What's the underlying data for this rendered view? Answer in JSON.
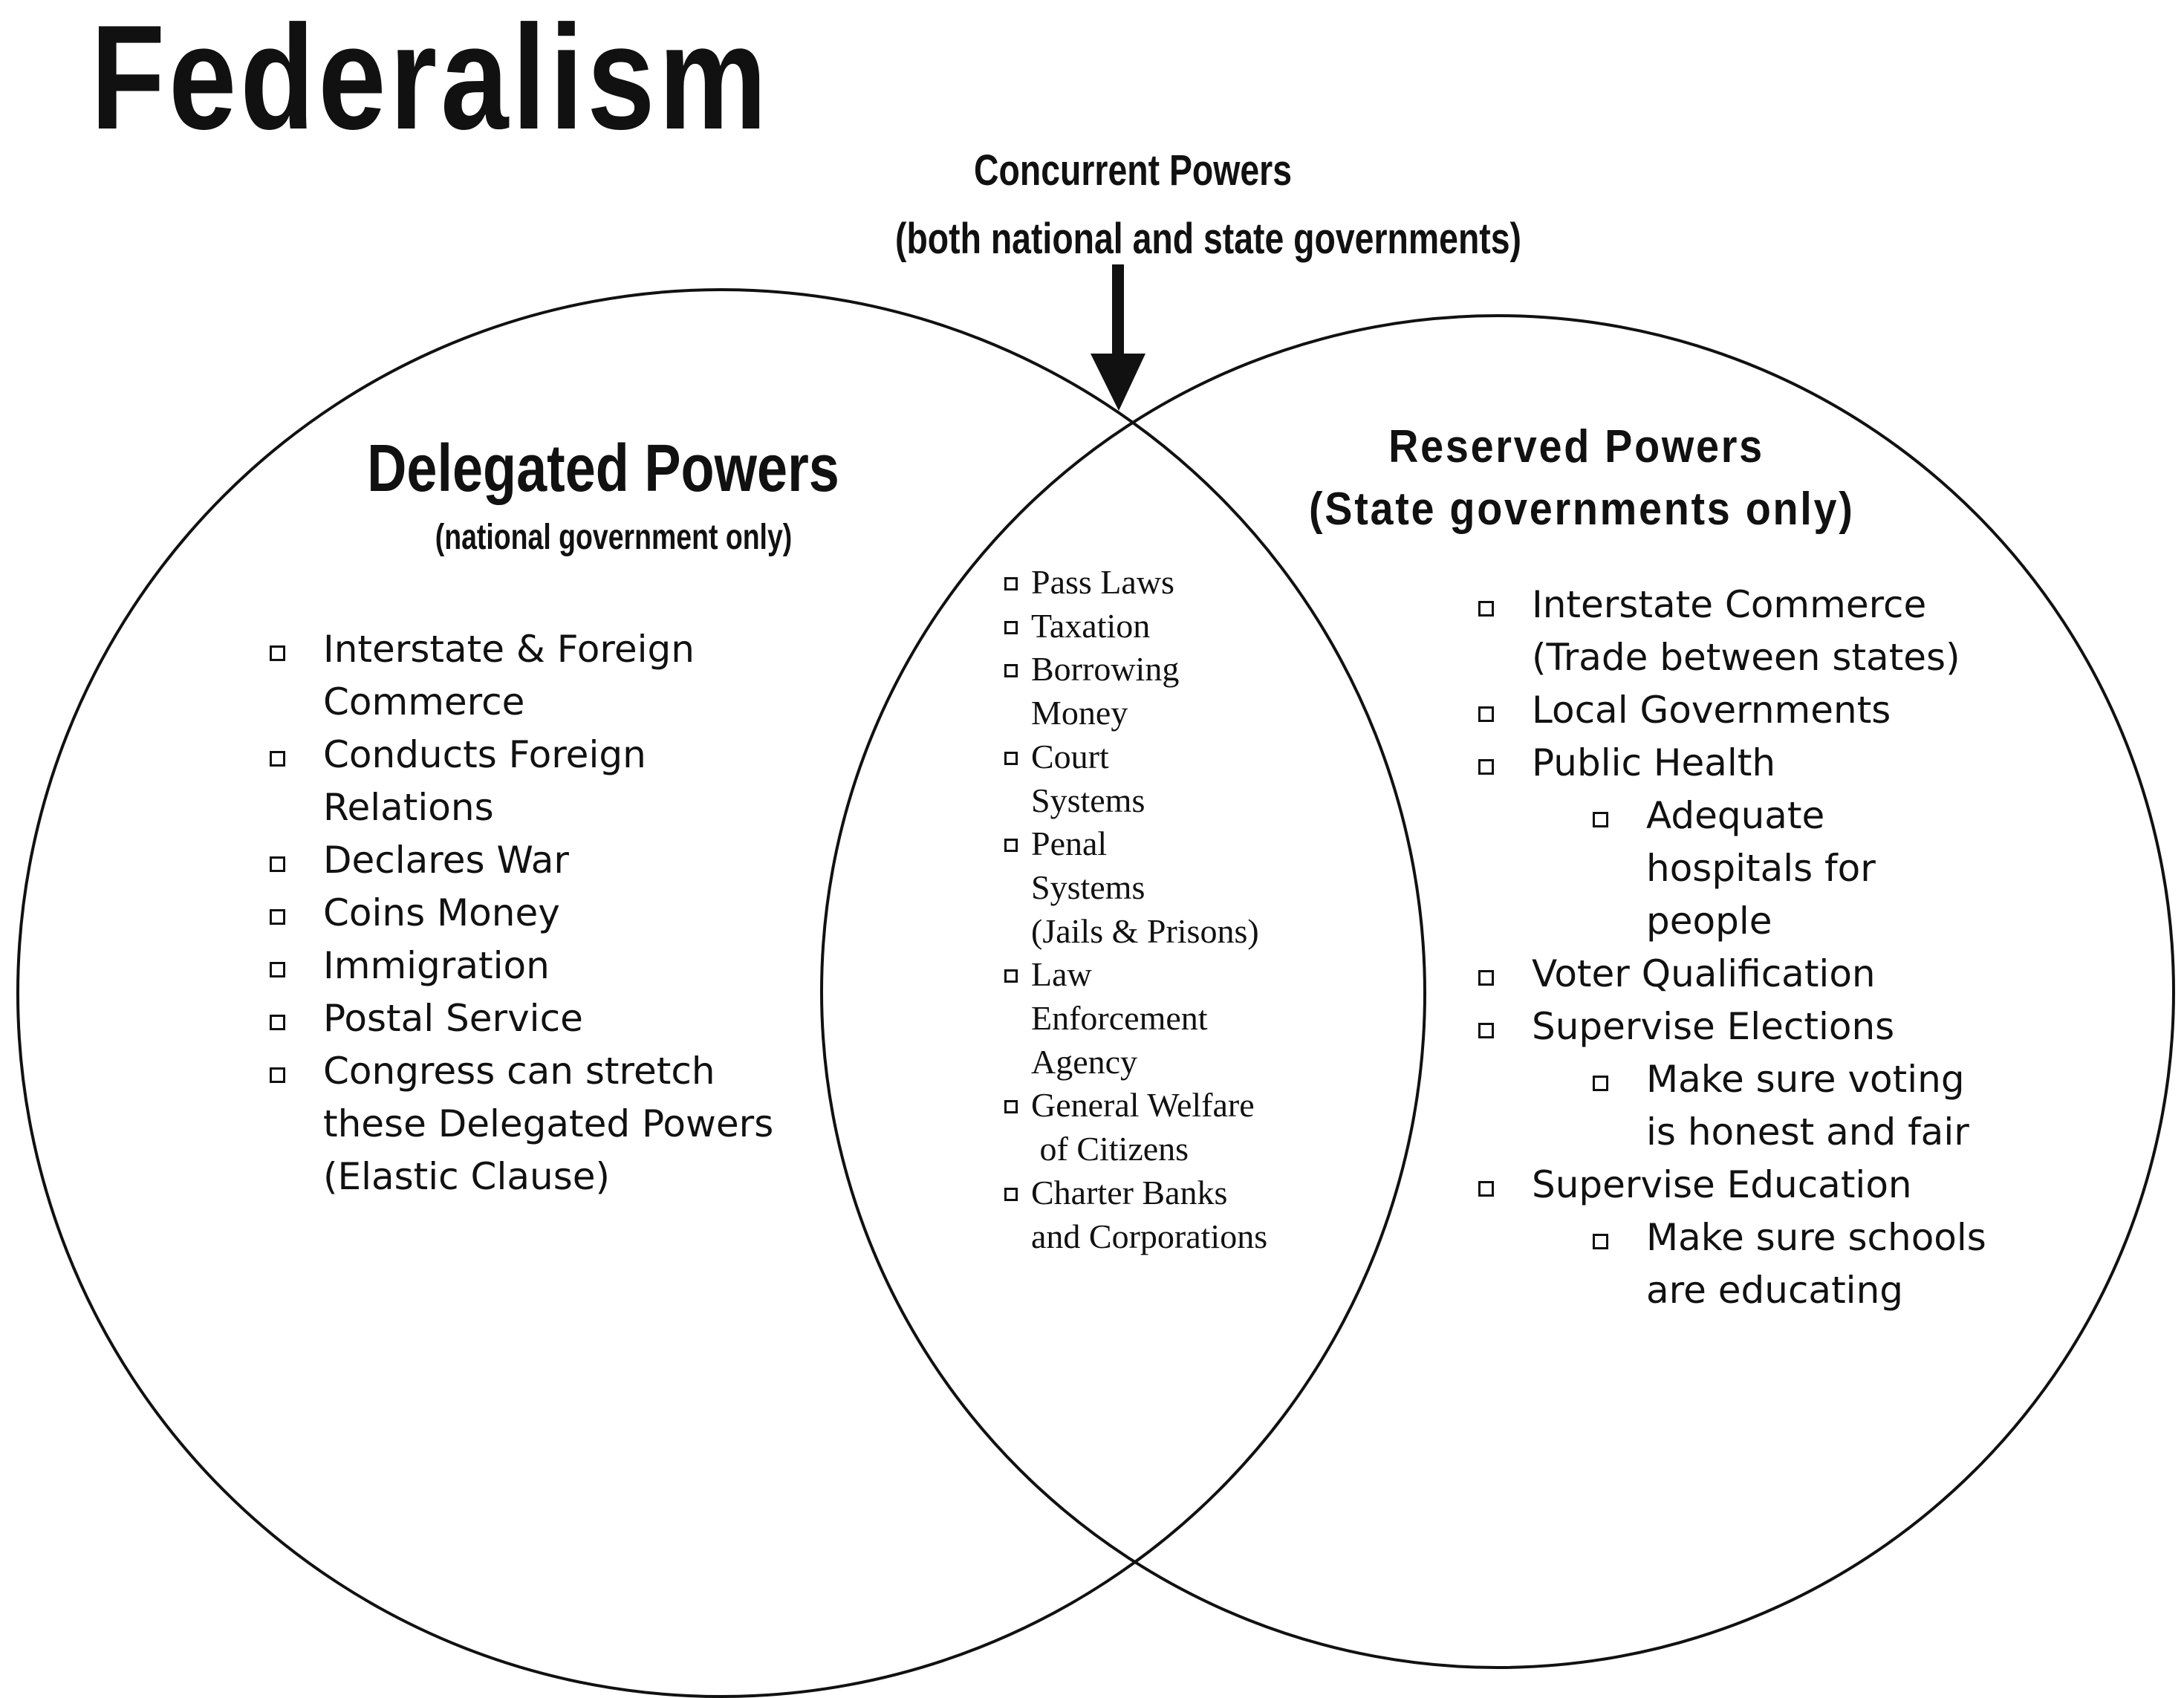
{
  "title": "Federalism",
  "concurrent": {
    "heading": "Concurrent Powers",
    "subheading": "(both national and state governments)",
    "items": [
      {
        "lines": [
          "Pass Laws"
        ]
      },
      {
        "lines": [
          "Taxation"
        ]
      },
      {
        "lines": [
          "Borrowing",
          "Money"
        ]
      },
      {
        "lines": [
          "Court",
          "Systems"
        ]
      },
      {
        "lines": [
          "Penal",
          "Systems",
          "(Jails & Prisons)"
        ]
      },
      {
        "lines": [
          "Law",
          "Enforcement",
          "Agency"
        ]
      },
      {
        "lines": [
          "General Welfare",
          " of Citizens"
        ]
      },
      {
        "lines": [
          "Charter Banks",
          "and Corporations"
        ]
      }
    ]
  },
  "delegated": {
    "heading": "Delegated Powers",
    "subheading": "(national government only)",
    "items": [
      {
        "lines": [
          "Interstate & Foreign",
          "Commerce"
        ]
      },
      {
        "lines": [
          "Conducts Foreign",
          "Relations"
        ]
      },
      {
        "lines": [
          "Declares War"
        ]
      },
      {
        "lines": [
          "Coins Money"
        ]
      },
      {
        "lines": [
          "Immigration"
        ]
      },
      {
        "lines": [
          "Postal Service"
        ]
      },
      {
        "lines": [
          "Congress can stretch",
          "these Delegated Powers",
          "(Elastic Clause)"
        ]
      }
    ]
  },
  "reserved": {
    "heading": "Reserved Powers",
    "subheading": "(State governments only)",
    "items": [
      {
        "lines": [
          "Interstate Commerce",
          "(Trade between states)"
        ]
      },
      {
        "lines": [
          "Local Governments"
        ]
      },
      {
        "lines": [
          "Public Health"
        ]
      },
      {
        "lines": [
          "Adequate",
          "hospitals for",
          "people"
        ]
      },
      {
        "lines": [
          "Voter Qualification"
        ]
      },
      {
        "lines": [
          "Supervise Elections"
        ]
      },
      {
        "lines": [
          "Make sure voting",
          "is honest and fair"
        ]
      },
      {
        "lines": [
          "Supervise Education"
        ]
      },
      {
        "lines": [
          "Make sure schools",
          "are educating"
        ]
      }
    ]
  }
}
